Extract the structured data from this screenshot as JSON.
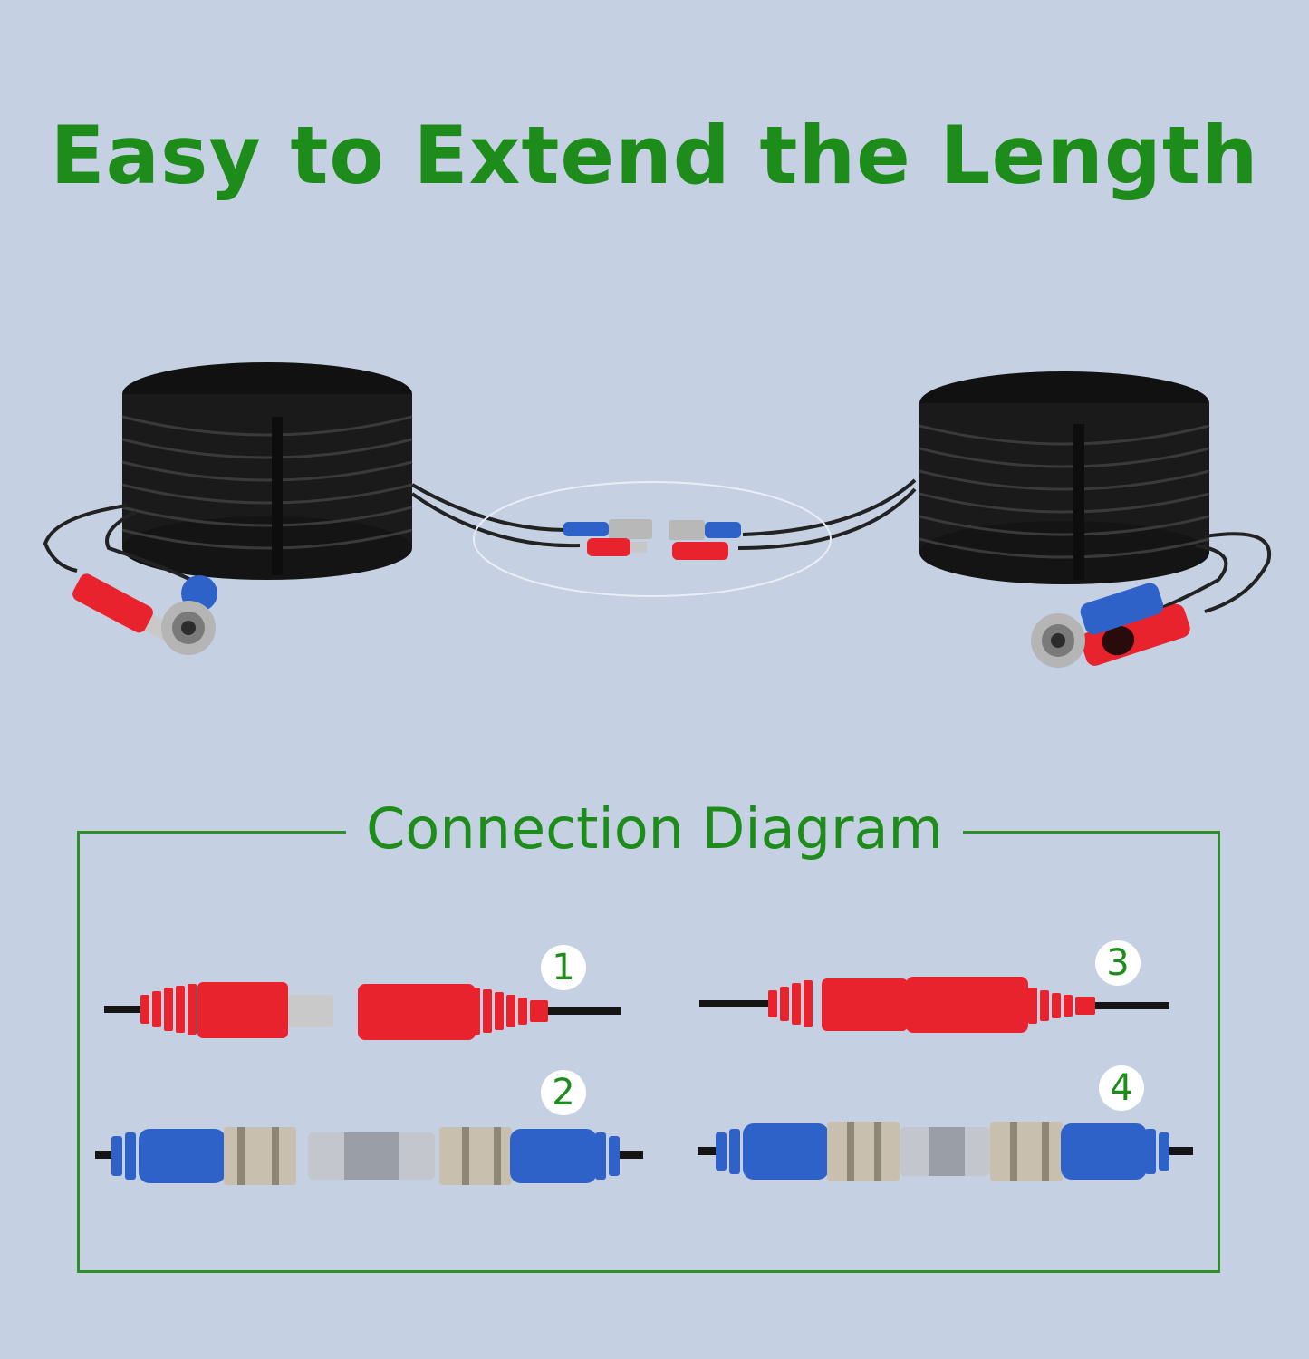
{
  "heading": "Easy to Extend the Length",
  "diagram": {
    "title": "Connection Diagram",
    "steps": [
      "1",
      "2",
      "3",
      "4"
    ]
  },
  "colors": {
    "background": "#c5d1e2",
    "accent_green": "#1e8c1a",
    "power_red": "#e8232e",
    "video_blue": "#2f62c9",
    "cable_black": "#151515"
  }
}
